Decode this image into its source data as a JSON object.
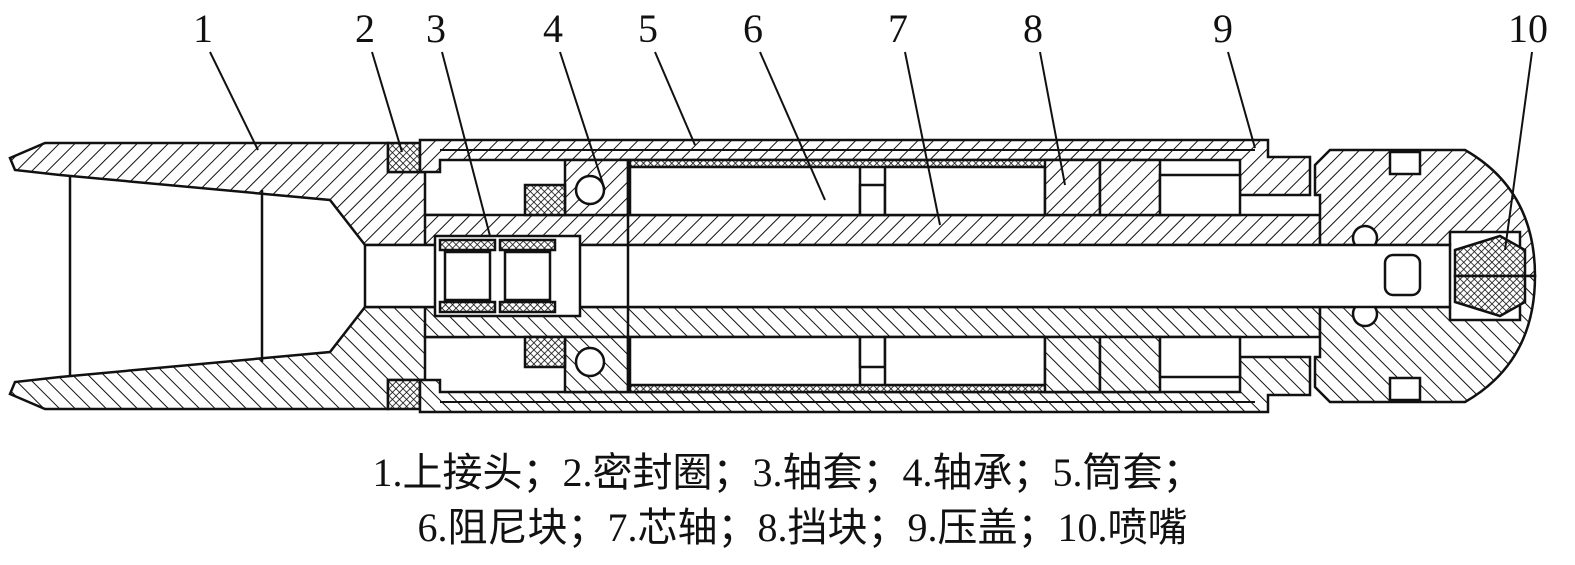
{
  "diagram": {
    "part_numbers": [
      "1",
      "2",
      "3",
      "4",
      "5",
      "6",
      "7",
      "8",
      "9",
      "10"
    ],
    "caption_line1": "1.上接头；2.密封圈；3.轴套；4.轴承；5.筒套；",
    "caption_line2": "6.阻尼块；7.芯轴；8.挡块；9.压盖；10.喷嘴",
    "colors": {
      "line": "#111111",
      "background": "#ffffff"
    }
  }
}
